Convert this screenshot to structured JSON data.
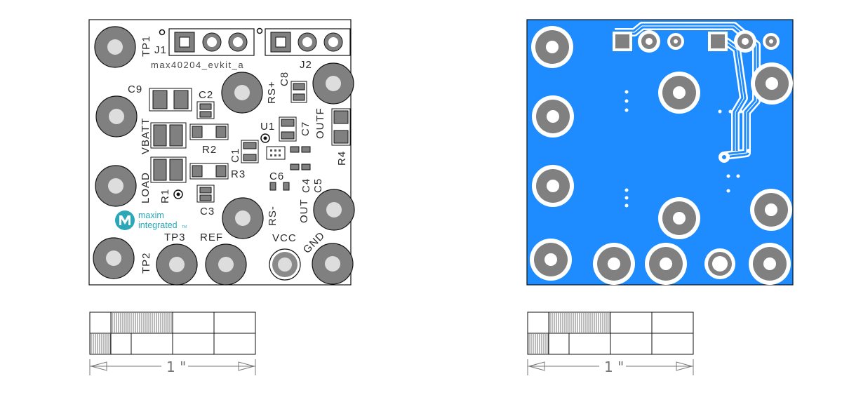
{
  "top_view": {
    "board_name": "max40204_evkit_a",
    "labels": {
      "tp1": "TP1",
      "j1": "J1",
      "j2": "J2",
      "c9": "C9",
      "c2": "C2",
      "c8": "C8",
      "rs_plus": "RS+",
      "vbatt": "VBATT",
      "r2": "R2",
      "u1": "U1",
      "c7": "C7",
      "outf": "OUTF",
      "c1": "C1",
      "r4": "R4",
      "load": "LOAD",
      "r3": "R3",
      "c6": "C6",
      "c4": "C4",
      "c5": "C5",
      "r1": "R1",
      "c3": "C3",
      "rs_minus": "RS-",
      "out": "OUT",
      "tp3": "TP3",
      "ref": "REF",
      "vcc": "VCC",
      "gnd": "GND",
      "tp2": "TP2"
    },
    "logo": {
      "line1": "maxim",
      "line2": "integrated",
      "tm": "TM"
    }
  },
  "scale": {
    "label": "1 \""
  },
  "colors": {
    "copper_pour": "#1e8cff",
    "pad_gray": "#808080",
    "outline": "#111111",
    "logo_teal": "#2aa8b8"
  }
}
